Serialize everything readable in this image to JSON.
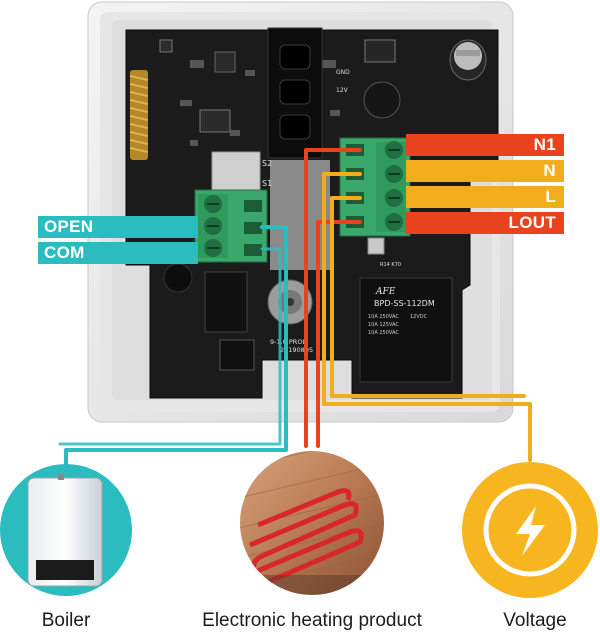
{
  "terminals": {
    "open": {
      "label": "OPEN",
      "color": "#2bbcc0"
    },
    "com": {
      "label": "COM",
      "color": "#2bbcc0"
    },
    "n1": {
      "label": "N1",
      "color": "#e8421f"
    },
    "n": {
      "label": "N",
      "color": "#f2ad1c"
    },
    "l": {
      "label": "L",
      "color": "#f2ad1c"
    },
    "lout": {
      "label": "LOUT",
      "color": "#e8421f"
    }
  },
  "devices": {
    "boiler": {
      "caption": "Boiler",
      "icon": "water-heater-icon"
    },
    "heating": {
      "caption": "Electronic heating product",
      "icon": "floor-heating-icon"
    },
    "voltage": {
      "caption": "Voltage",
      "icon": "lightning-bolt-icon",
      "color": "#f7b51f"
    }
  },
  "board": {
    "relay_brand": "AFE",
    "relay_model": "BPD-SS-112DM",
    "relay_spec_1": "10A 250VAC",
    "relay_spec_2": "10A 125VAC",
    "relay_spec_3": "12VDC",
    "relay_spec_4": "10A 250VAC",
    "silk_s1": "S1",
    "silk_s2": "S2",
    "silk_prod": "9-1.0 PROD",
    "silk_code": "20190805",
    "silk_gnd": "GND",
    "silk_12v": "12V",
    "silk_r14": "R14 K70"
  }
}
